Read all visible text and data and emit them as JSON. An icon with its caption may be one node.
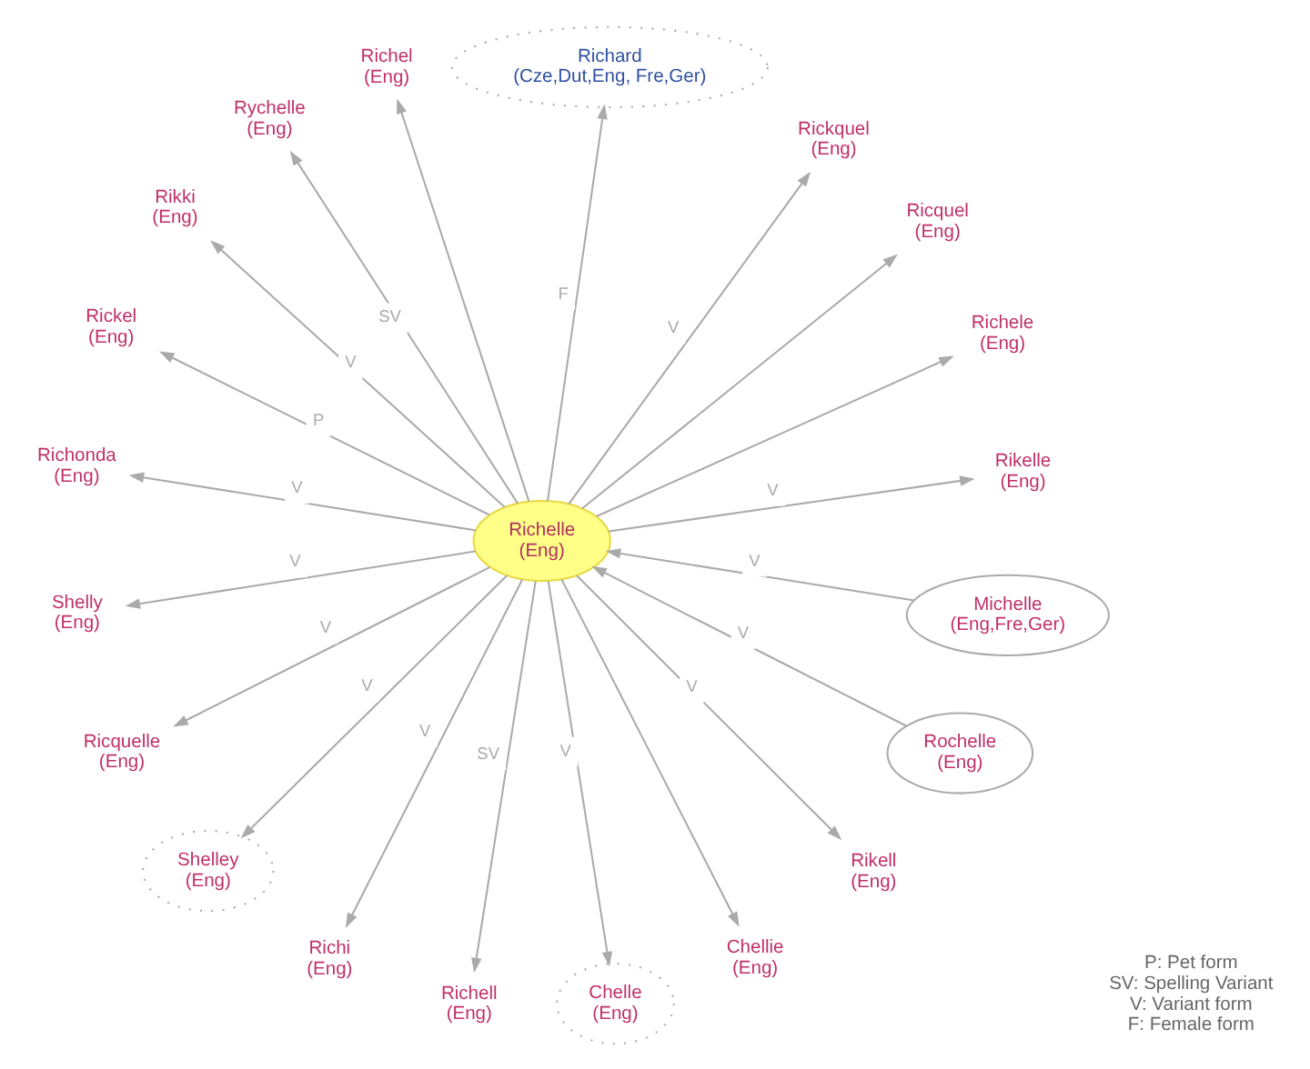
{
  "diagram": {
    "nodes": [
      {
        "text": [
          "Rikelle",
          "(Eng)"
        ]
      },
      {
        "text": [
          "Rochelle",
          "(Eng)"
        ]
      },
      {
        "text": [
          "Richele",
          "(Eng)"
        ]
      },
      {
        "text": [
          "Ricquel",
          "(Eng)"
        ]
      },
      {
        "text": [
          "Rickquel",
          "(Eng)"
        ]
      },
      {
        "text": [
          "Richard",
          "(Cze,Dut,Eng, Fre,Ger)"
        ]
      },
      {
        "text": [
          "Richel",
          "(Eng)"
        ]
      },
      {
        "text": [
          "Michelle",
          "(Eng,Fre,Ger)"
        ]
      },
      {
        "text": [
          "Rychelle",
          "(Eng)"
        ]
      },
      {
        "text": [
          "Rikki",
          "(Eng)"
        ]
      },
      {
        "text": [
          "Richelle",
          "(Eng)"
        ]
      },
      {
        "text": [
          "Rickel",
          "(Eng)"
        ]
      },
      {
        "text": [
          "Richonda",
          "(Eng)"
        ]
      },
      {
        "text": [
          "Shelly",
          "(Eng)"
        ]
      },
      {
        "text": [
          "Ricquelle",
          "(Eng)"
        ]
      },
      {
        "text": [
          "Shelley",
          "(Eng)"
        ]
      },
      {
        "text": [
          "Richi",
          "(Eng)"
        ]
      },
      {
        "text": [
          "Richell",
          "(Eng)"
        ]
      },
      {
        "text": [
          "Chelle",
          "(Eng)"
        ]
      },
      {
        "text": [
          "Chellie",
          "(Eng)"
        ]
      },
      {
        "text": [
          "Rikell",
          "(Eng)"
        ]
      }
    ],
    "edges": [
      {
        "from": 1,
        "to": 10,
        "arrow": "to",
        "label": "V"
      },
      {
        "from": 7,
        "to": 10,
        "arrow": "to",
        "label": "V"
      },
      {
        "from": 10,
        "to": 0,
        "arrow": "to",
        "label": "V"
      },
      {
        "from": 10,
        "to": 2,
        "arrow": "to"
      },
      {
        "from": 10,
        "to": 3,
        "arrow": "to"
      },
      {
        "from": 10,
        "to": 4,
        "arrow": "to",
        "label": "V"
      },
      {
        "from": 10,
        "to": 5,
        "arrow": "to",
        "label": "F"
      },
      {
        "from": 10,
        "to": 6,
        "arrow": "to"
      },
      {
        "from": 10,
        "to": 8,
        "arrow": "to",
        "label": "SV"
      },
      {
        "from": 10,
        "to": 9,
        "arrow": "to",
        "label": "V"
      },
      {
        "from": 10,
        "to": 11,
        "arrow": "to",
        "label": "P"
      },
      {
        "from": 10,
        "to": 12,
        "arrow": "to",
        "label": "V"
      },
      {
        "from": 10,
        "to": 13,
        "arrow": "to",
        "label": "V"
      },
      {
        "from": 10,
        "to": 14,
        "arrow": "to",
        "label": "V"
      },
      {
        "from": 10,
        "to": 15,
        "arrow": "to",
        "label": "V"
      },
      {
        "from": 10,
        "to": 16,
        "arrow": "to",
        "label": "V"
      },
      {
        "from": 10,
        "to": 17,
        "arrow": "to",
        "label": "SV"
      },
      {
        "from": 10,
        "to": 18,
        "arrow": "to",
        "label": "V"
      },
      {
        "from": 10,
        "to": 19,
        "arrow": "to"
      },
      {
        "from": 10,
        "to": 20,
        "arrow": "to",
        "label": "V"
      }
    ],
    "labels": [
      "P: Pet form",
      "SV: Spelling Variant",
      "V: Variant form",
      "F: Female form"
    ]
  }
}
